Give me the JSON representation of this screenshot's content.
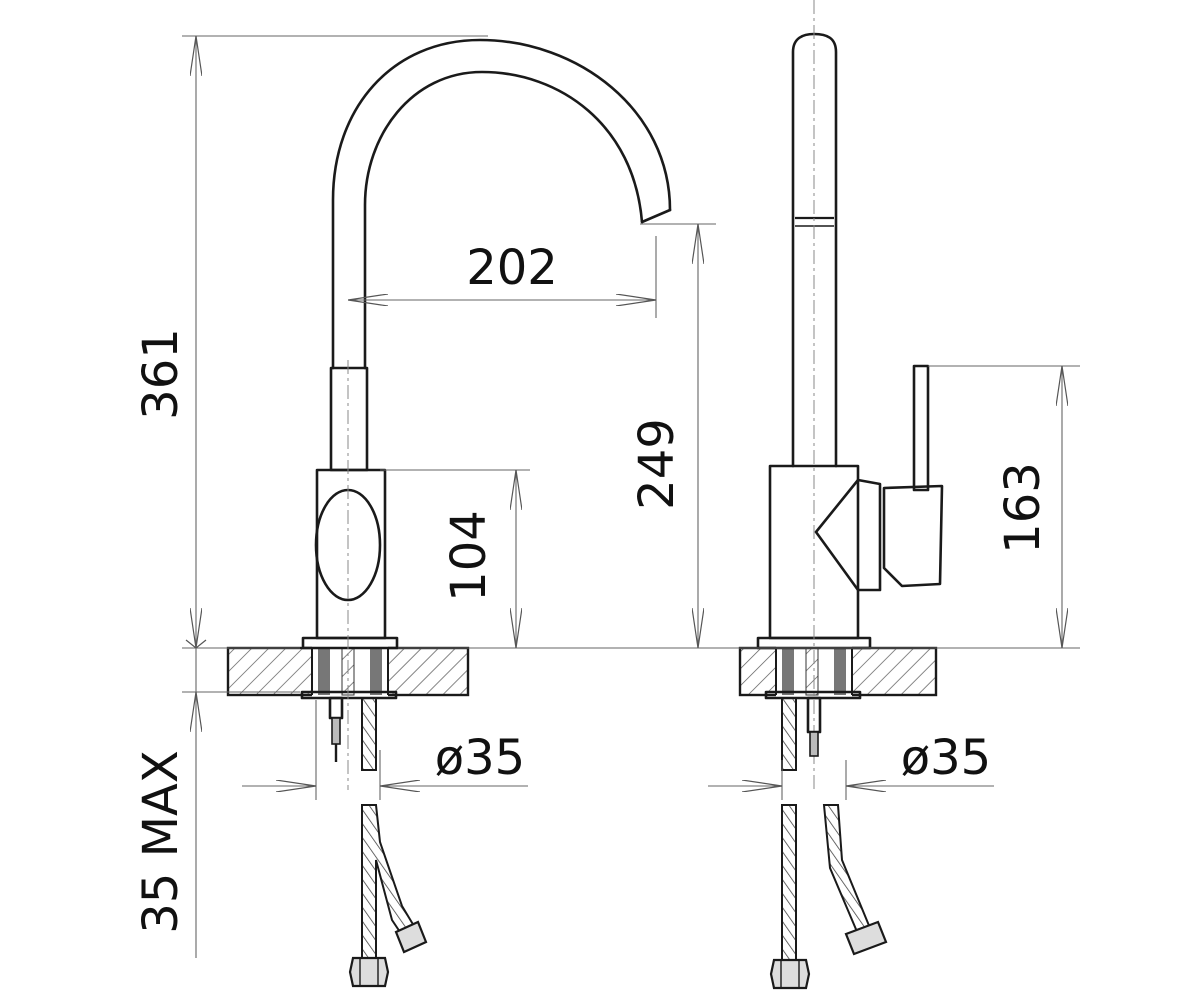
{
  "drawing": {
    "dimensions": {
      "total_height": "361",
      "spout_reach": "202",
      "spout_height": "249",
      "body_height": "104",
      "lever_height": "163",
      "mount_depth": "35 MAX",
      "hole_diameter_front": "ø35",
      "hole_diameter_side": "ø35"
    },
    "colors": {
      "line": "#1a1a1a",
      "dimension_line": "#666666",
      "hatch": "#555555"
    }
  }
}
